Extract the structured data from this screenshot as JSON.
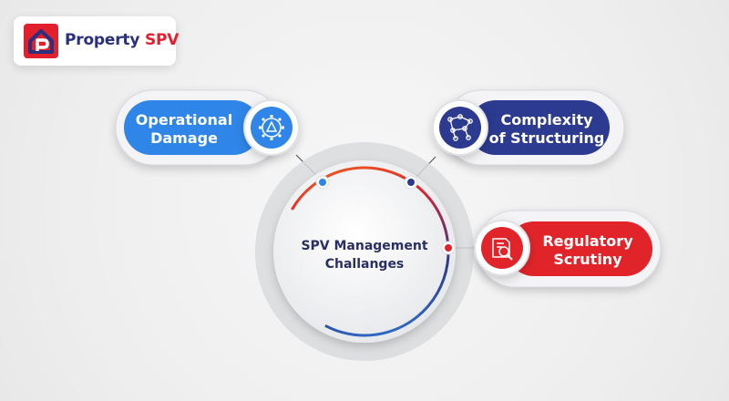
{
  "brand": {
    "name_part1": "Property",
    "name_part2": "SPV",
    "color_navy": "#2a2f7e",
    "color_red": "#e21f2d"
  },
  "center": {
    "title": "SPV Management\nChallanges"
  },
  "challenges": [
    {
      "label": "Operational\nDamage",
      "icon": "gear-warning-icon",
      "color": "#2f86e8"
    },
    {
      "label": "Complexity\nof Structuring",
      "icon": "network-nodes-icon",
      "color": "#2c3a8f"
    },
    {
      "label": "Regulatory\nScrutiny",
      "icon": "document-inspect-icon",
      "color": "#e1242a"
    }
  ]
}
